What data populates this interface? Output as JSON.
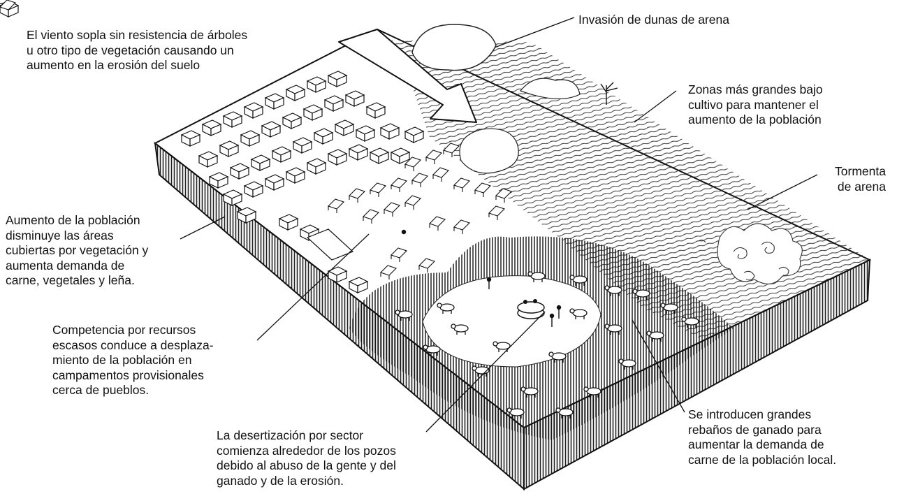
{
  "labels": {
    "wind": [
      "El viento sopla sin resistencia de árboles",
      "u otro tipo de vegetación causando un",
      "aumento en la erosión del suelo"
    ],
    "dunes": [
      "Invasión de dunas de arena"
    ],
    "cultivation": [
      "Zonas más grandes bajo",
      "cultivo para mantener el",
      "aumento de la población"
    ],
    "storm": [
      "Tormenta",
      "de arena"
    ],
    "population": [
      "Aumento de la población",
      "disminuye las áreas",
      "cubiertas por vegetación y",
      "aumenta demanda de",
      "carne, vegetales y leña."
    ],
    "competition": [
      "Competencia por recursos",
      "escasos conduce a desplaza-",
      "miento de la población en",
      "campamentos provisionales",
      "cerca de pueblos."
    ],
    "desertification": [
      "La desertización por sector",
      "comienza alrededor de los pozos",
      "debido al abuso de la gente y del",
      "ganado y de la erosión."
    ],
    "herds": [
      "Se introducen grandes",
      "rebaños de ganado para",
      "aumentar la demanda de",
      "carne de la población local."
    ]
  }
}
